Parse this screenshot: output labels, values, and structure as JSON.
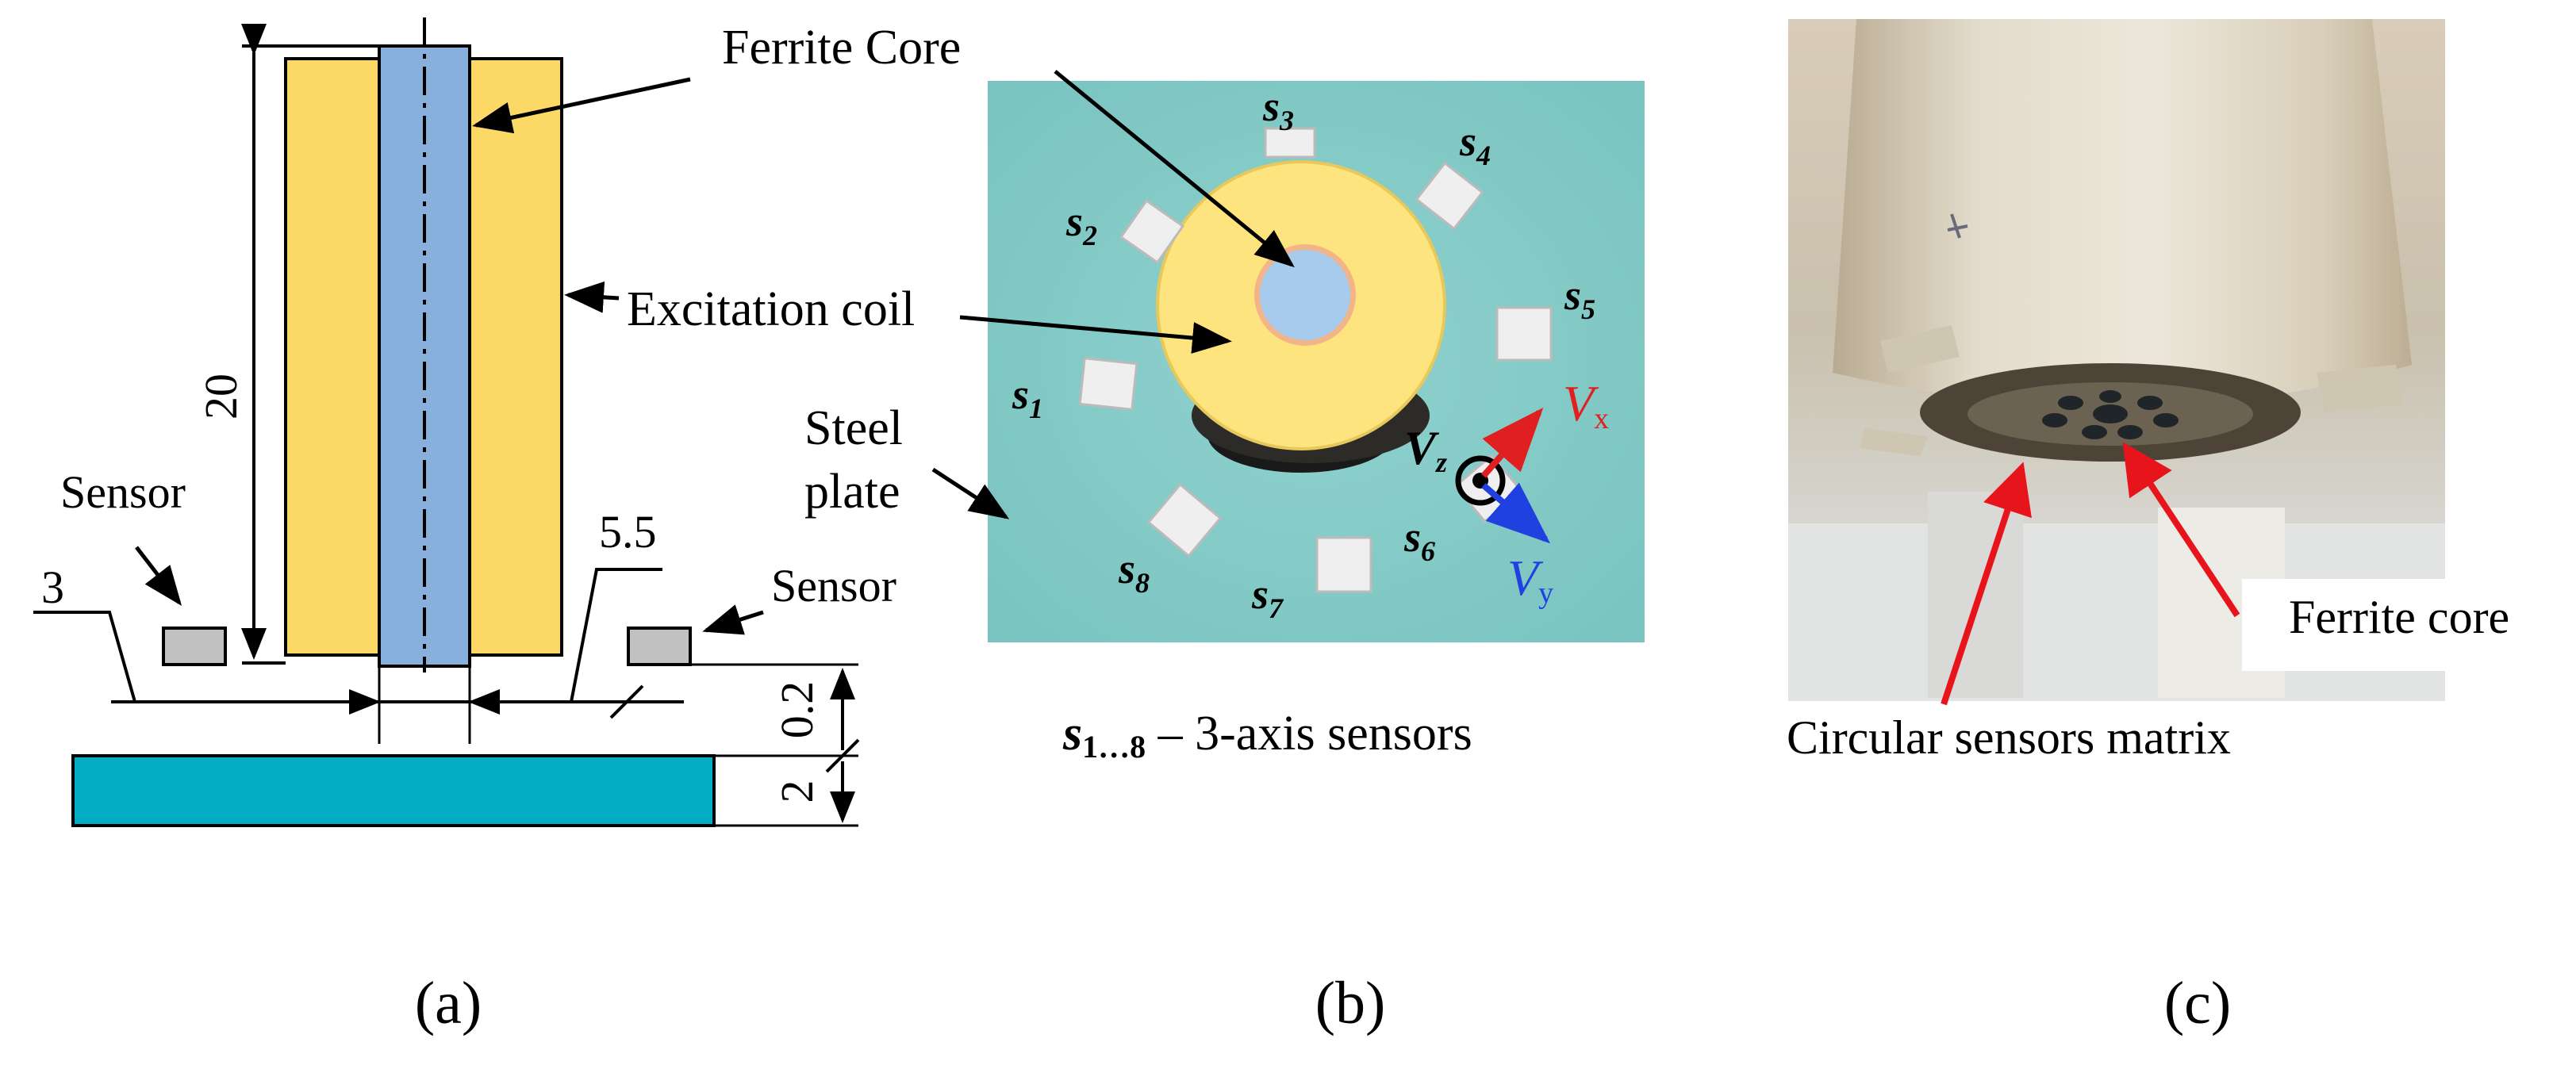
{
  "panel_a": {
    "label_ferrite_core": "Ferrite Core",
    "label_excitation_coil": "Excitation coil",
    "label_sensor_left": "Sensor",
    "label_sensor_right": "Sensor",
    "dim_height": "20",
    "dim_left_gap": "3",
    "dim_right_gap": "5.5",
    "dim_lift_off": "0.2",
    "dim_plate": "2",
    "caption": "(a)"
  },
  "panel_b": {
    "label_steel_plate": [
      "Steel",
      "plate"
    ],
    "sensors": [
      "s1",
      "s2",
      "s3",
      "s4",
      "s5",
      "s6",
      "s7",
      "s8"
    ],
    "axis_x": "V",
    "axis_x_sub": "x",
    "axis_y": "V",
    "axis_y_sub": "y",
    "axis_z": "V",
    "axis_z_sub": "z",
    "legend_prefix": "s",
    "legend_sub": "1…8",
    "legend_text": " – 3-axis sensors",
    "caption": "(b)"
  },
  "panel_c": {
    "label_ferrite_core": "Ferrite core",
    "label_sensors_matrix": "Circular sensors matrix",
    "caption": "(c)"
  },
  "colors": {
    "coil": "#fcd967",
    "core": "#88b0dc",
    "plate_a": "#00adc5",
    "plate_b": "#86ccc9",
    "sensor_a": "#c1c1c1",
    "axis_x": "#e02020",
    "axis_y": "#2040e0",
    "arrow_red": "#e8141c"
  }
}
